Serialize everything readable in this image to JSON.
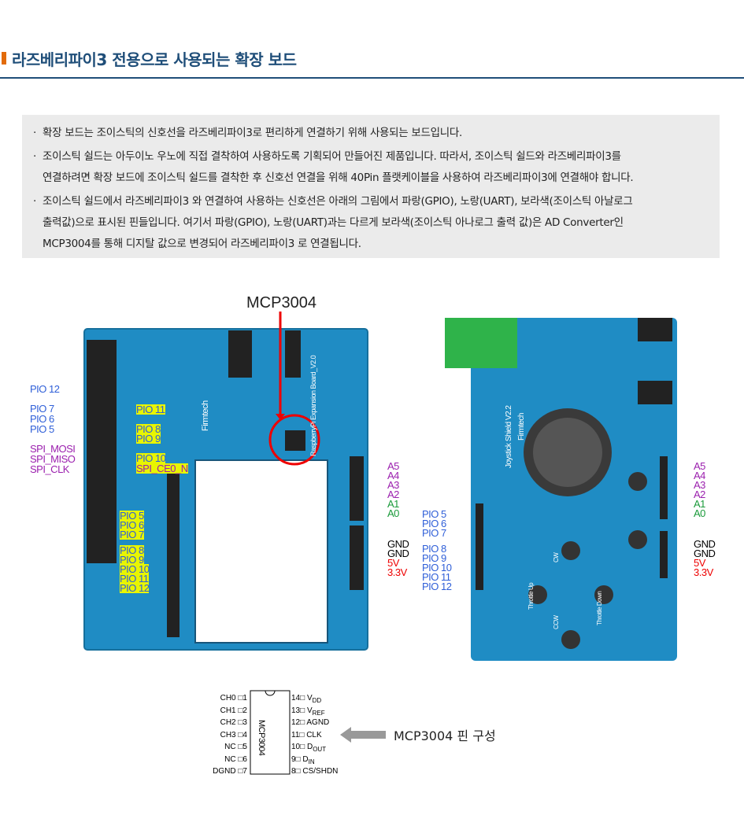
{
  "header": {
    "title": "라즈베리파이3 전용으로 사용되는 확장 보드"
  },
  "notes": [
    {
      "bullet": "·",
      "lines": [
        "확장 보드는 조이스틱의 신호선을 라즈베리파이3로 편리하게 연결하기 위해 사용되는 보드입니다."
      ]
    },
    {
      "bullet": "·",
      "lines": [
        "조이스틱 쉴드는 아두이노 우노에 직접 결착하여 사용하도록 기획되어 만들어진 제품입니다.  따라서, 조이스틱 쉴드와 라즈베리파이3를",
        "연결하려면 확장 보드에 조이스틱 쉴드를 결착한 후 신호선 연결을 위해 40Pin 플랫케이블을 사용하여 라즈베리파이3에 연결해야 합니다."
      ]
    },
    {
      "bullet": "·",
      "lines": [
        "조이스틱 쉴드에서 라즈베리파이3 와 연결하여 사용하는 신호선은 아래의 그림에서 파랑(GPIO), 노랑(UART), 보라색(조이스틱 아날로그",
        "출력값)으로 표시된 핀들입니다.  여기서 파랑(GPIO), 노랑(UART)과는 다르게 보라색(조이스틱 아나로그 출력 값)은 AD Converter인",
        "MCP3004를 통해 디지탈 값으로 변경되어 라즈베리파이3 로 연결됩니다."
      ]
    }
  ],
  "figure": {
    "mcp_label": "MCP3004",
    "left_board": {
      "header_left": [
        "PIO 12",
        "PIO 7",
        "PIO 6",
        "PIO 5",
        "SPI_MOSI",
        "SPI_MISO",
        "SPI_CLK"
      ],
      "header_right": [
        "PIO 11",
        "PIO 8",
        "PIO 9",
        "PIO 10",
        "SPI_CE0_N"
      ],
      "mid": [
        "PIO 5",
        "PIO 6",
        "PIO 7",
        "PIO 8",
        "PIO 9",
        "PIO 10",
        "PIO 11",
        "PIO 12"
      ],
      "analog": [
        "A5",
        "A4",
        "A3",
        "A2",
        "A1",
        "A0"
      ],
      "power": [
        "GND",
        "GND",
        "5V",
        "3.3V"
      ],
      "silk": [
        "Firmtech",
        "RaspberryPi Expansion Board_V2.0"
      ]
    },
    "right_board": {
      "left_pins": [
        "PIO 5",
        "PIO 6",
        "PIO 7",
        "PIO 8",
        "PIO 9",
        "PIO 10",
        "PIO 11",
        "PIO 12"
      ],
      "analog": [
        "A5",
        "A4",
        "A3",
        "A2",
        "A1",
        "A0"
      ],
      "power": [
        "GND",
        "GND",
        "5V",
        "3.3V"
      ],
      "silk": [
        "Joystick Shield V2.2",
        "Firmtech",
        "Throttle Up",
        "Throttle Down",
        "CW",
        "CCW"
      ]
    },
    "chip": {
      "name": "MCP3004",
      "left": [
        {
          "n": "1",
          "label": "CH0"
        },
        {
          "n": "2",
          "label": "CH1"
        },
        {
          "n": "3",
          "label": "CH2"
        },
        {
          "n": "4",
          "label": "CH3"
        },
        {
          "n": "5",
          "label": "NC"
        },
        {
          "n": "6",
          "label": "NC"
        },
        {
          "n": "7",
          "label": "DGND"
        }
      ],
      "right": [
        {
          "n": "14",
          "label": "V",
          "sub": "DD"
        },
        {
          "n": "13",
          "label": "V",
          "sub": "REF"
        },
        {
          "n": "12",
          "label": "AGND"
        },
        {
          "n": "11",
          "label": "CLK"
        },
        {
          "n": "10",
          "label": "D",
          "sub": "OUT"
        },
        {
          "n": "9",
          "label": "D",
          "sub": "IN"
        },
        {
          "n": "8",
          "label": "CS/SHDN"
        }
      ]
    },
    "pin_caption": "MCP3004 핀 구성"
  },
  "colors": {
    "title": "#1f4e79",
    "accent": "#e26b0a",
    "board": "#1f8cc4",
    "gpio": "#2f5fd8",
    "analog": "#9b1fae",
    "highlight": "#e8f500"
  }
}
